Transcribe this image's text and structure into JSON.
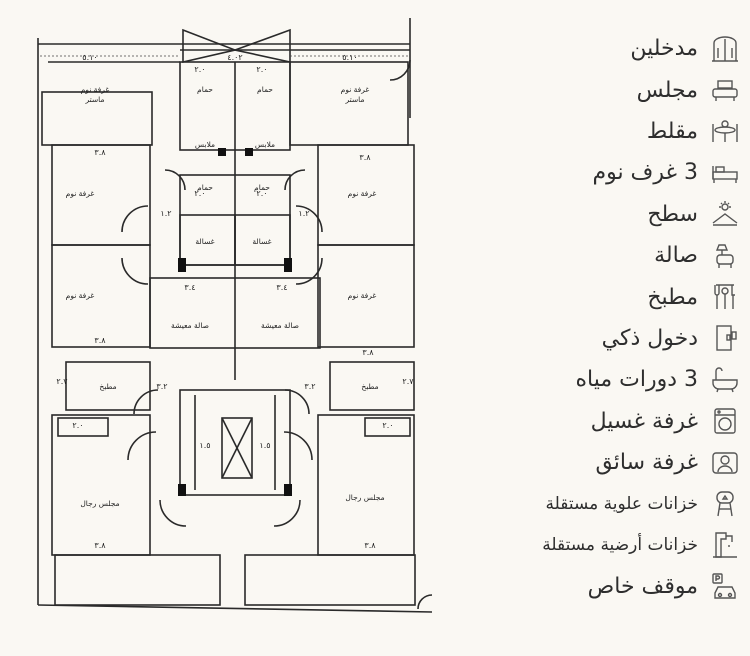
{
  "floor_plan": {
    "dimensions": {
      "top_left": "٥.١٠",
      "top_right": "٥.١٠",
      "top_center": "٤.٠٢",
      "left_room1": "٣.٨",
      "left_room2": "٣.٨",
      "right_room1": "٣.٨",
      "right_room2": "٣.٨",
      "left_hall": "٣.٤",
      "right_hall": "٣.٤",
      "bottom_left": "٣.٨",
      "bottom_right": "٣.٨",
      "w1": "٢.٠",
      "w2": "٢.٠",
      "w3": "٢.٠",
      "w4": "٢.٠",
      "w5": "٢.٠",
      "w6": "٢.٠",
      "w7": "١.٢",
      "w8": "١.٢",
      "w9": "٣.٢",
      "w10": "٣.٢",
      "w11": "١.٥",
      "w12": "١.٥",
      "w13": "٢.٧",
      "w14": "٢.٧"
    },
    "rooms": {
      "master_left": "غرفة نوم",
      "master_left_sub": "ماستر",
      "master_right": "غرفة نوم",
      "master_right_sub": "ماستر",
      "bath_top_left": "حمام",
      "bath_top_right": "حمام",
      "dress_left": "ملابس",
      "dress_right": "ملابس",
      "bed_left1": "غرفة نوم",
      "bed_left2": "غرفة نوم",
      "bed_right1": "غرفة نوم",
      "bed_right2": "غرفة نوم",
      "bath_mid_left": "حمام",
      "bath_mid_right": "حمام",
      "laundry_left": "غسالة",
      "laundry_right": "غسالة",
      "hall_left": "صالة معيشة",
      "hall_right": "صالة معيشة",
      "kitchen_left": "مطبخ",
      "kitchen_right": "مطبخ",
      "majlis_left": "مجلس رجال",
      "majlis_right": "مجلس رجال"
    }
  },
  "features": [
    {
      "label": "مدخلين",
      "icon": "double-door-icon"
    },
    {
      "label": "مجلس",
      "icon": "sofa-icon"
    },
    {
      "label": "مقلط",
      "icon": "dining-table-icon"
    },
    {
      "label": "3 غرف نوم",
      "icon": "bed-icon"
    },
    {
      "label": "سطح",
      "icon": "rooftop-sun-icon"
    },
    {
      "label": "صالة",
      "icon": "armchair-lamp-icon"
    },
    {
      "label": "مطبخ",
      "icon": "kitchen-utensils-icon"
    },
    {
      "label": "دخول ذكي",
      "icon": "smart-door-icon"
    },
    {
      "label": "3 دورات مياه",
      "icon": "bathtub-icon"
    },
    {
      "label": "غرفة غسيل",
      "icon": "washing-machine-icon"
    },
    {
      "label": "غرفة سائق",
      "icon": "driver-room-icon"
    },
    {
      "label": "خزانات علوية مستقلة",
      "icon": "water-tower-icon"
    },
    {
      "label": "خزانات أرضية مستقلة",
      "icon": "ground-tank-icon"
    },
    {
      "label": "موقف خاص",
      "icon": "parking-car-icon"
    }
  ]
}
